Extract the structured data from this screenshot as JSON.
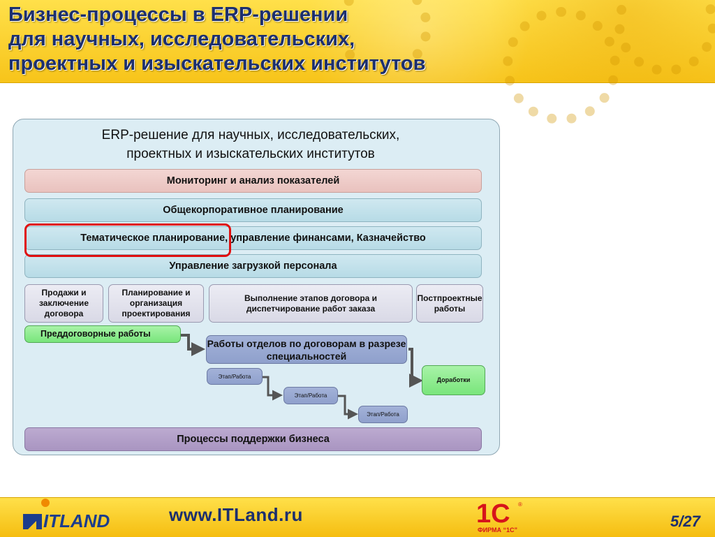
{
  "header": {
    "title_line1": "Бизнес-процессы в ERP-решении",
    "title_line2": "для научных, исследовательских,",
    "title_line3": "проектных и изыскательских институтов"
  },
  "diagram": {
    "title_line1": "ERP-решение для научных, исследовательских,",
    "title_line2": "проектных и изыскательских институтов",
    "layers": [
      {
        "label": "Мониторинг и анализ показателей",
        "color": "#eec9c6"
      },
      {
        "label": "Общекорпоративное планирование",
        "color": "#c2e0ea"
      },
      {
        "label": "Тематическое планирование, управление финансами, Казначейство",
        "color": "#c2e0ea"
      },
      {
        "label": "Управление загрузкой персонала",
        "color": "#c2e0ea"
      }
    ],
    "stages": [
      {
        "label": "Продажи и заключение договора"
      },
      {
        "label": "Планирование и организация проектирования"
      },
      {
        "label": "Выполнение этапов договора и диспетчирование работ заказа"
      },
      {
        "label": "Постпроектные работы"
      }
    ],
    "predogovor": "Преддоговорные работы",
    "department_work": "Работы отделов по договорам в разрезе специальностей",
    "steps": [
      "Этап/Работа",
      "Этап/Работа",
      "Этап/Работа"
    ],
    "dorabotki": "Доработки",
    "support": "Процессы поддержки бизнеса"
  },
  "footer": {
    "logo_text": "ITLAND",
    "website": "www.ITLand.ru",
    "onec_logo_text": "1С",
    "onec_caption": "ФИРМА “1С”",
    "page": "5/27"
  },
  "colors": {
    "title": "#1c2f6e",
    "highlight": "#e01010",
    "green": "#79e57b",
    "steel": "#8fa0cc"
  }
}
